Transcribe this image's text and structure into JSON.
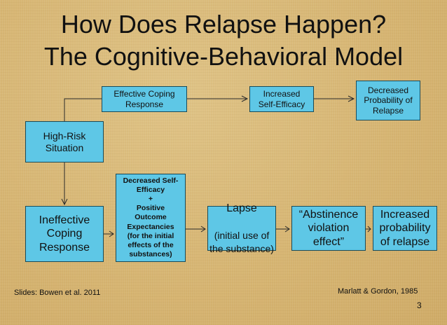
{
  "title": {
    "line1": "How Does Relapse Happen?",
    "line2": "The Cognitive-Behavioral Model"
  },
  "boxes": {
    "effective_coping": "Effective Coping\nResponse",
    "self_efficacy": "Increased\nSelf-Efficacy",
    "decreased_probability": "Decreased\nProbability of\nRelapse",
    "high_risk": "High-Risk\nSituation",
    "ineffective_coping": "Ineffective\nCoping\nResponse",
    "expectancies": "Decreased Self-\nEfficacy\n+\nPositive\nOutcome\nExpectancies\n(for the initial\neffects of the\nsubstances)",
    "lapse_title": "Lapse",
    "lapse_detail": "(initial use of\nthe substance)",
    "abstinence_violation": "“Abstinence\nviolation\neffect”",
    "increased_probability": "Increased\nprobability\nof relapse"
  },
  "footer": {
    "source_left": "Slides: Bowen et al. 2011",
    "citation": "Marlatt & Gordon, 1985",
    "page_number": "3"
  },
  "colors": {
    "box_fill": "#5ec7e6",
    "background": "#d8b877",
    "line": "#2a2a2a"
  }
}
